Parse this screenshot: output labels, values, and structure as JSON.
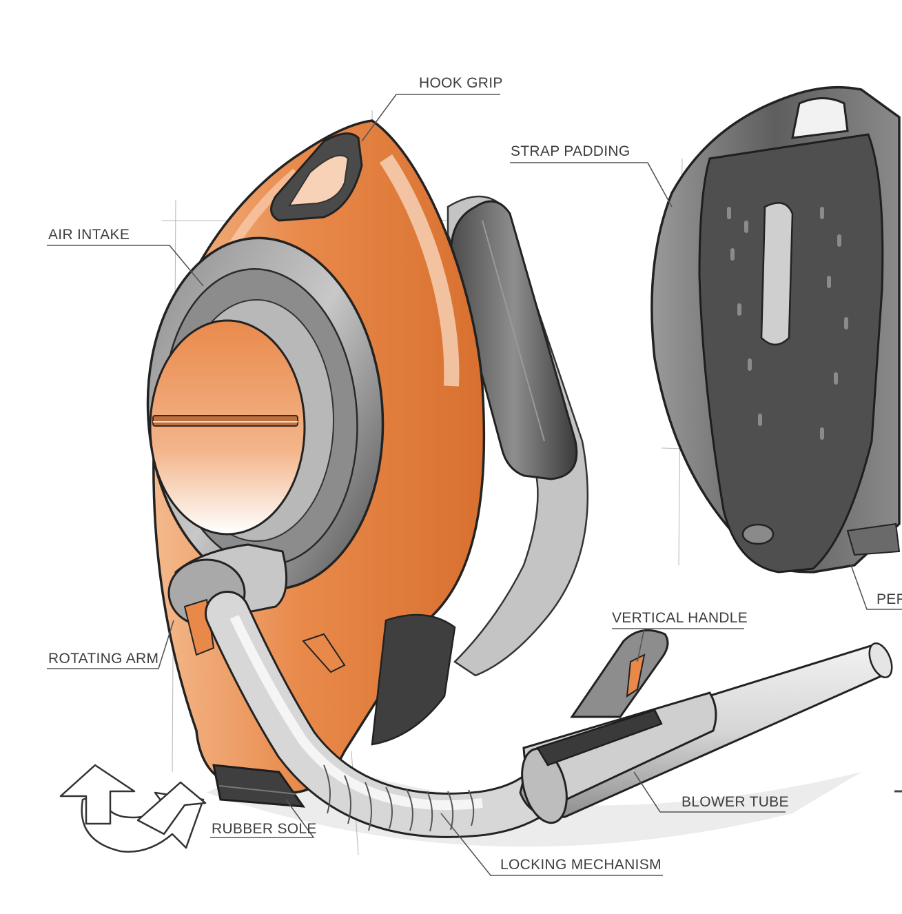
{
  "labels": {
    "hook_grip": "HOOK GRIP",
    "strap_padding": "STRAP PADDING",
    "air_intake": "AIR INTAKE",
    "rotating_arm": "ROTATING ARM",
    "vertical_handle": "VERTICAL HANDLE",
    "blower_tube": "BLOWER TUBE",
    "rubber_sole": "RUBBER SOLE",
    "locking_mechanism": "LOCKING MECHANISM",
    "cut_off_label": "PER"
  },
  "colors": {
    "body_orange": "#e8894a",
    "body_light": "#f6c9a4",
    "graphite": "#5a5a5a",
    "dark_grey": "#3c3c3c",
    "light_grey": "#c9c9c9",
    "ink": "#222222",
    "callout_line": "#555555"
  },
  "icons": {
    "rotation_arrows": "rotation-arrows-icon"
  }
}
